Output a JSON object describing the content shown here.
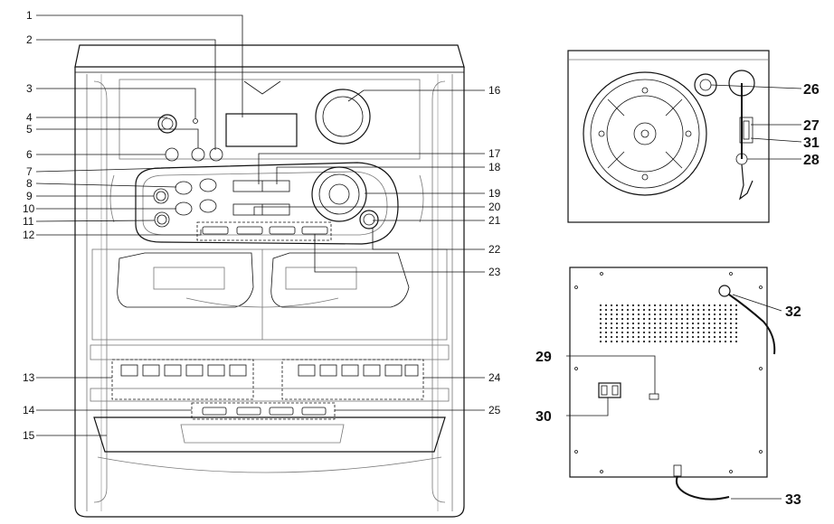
{
  "labels": {
    "n1": "1",
    "n2": "2",
    "n3": "3",
    "n4": "4",
    "n5": "5",
    "n6": "6",
    "n7": "7",
    "n8": "8",
    "n9": "9",
    "n10": "10",
    "n11": "11",
    "n12": "12",
    "n13": "13",
    "n14": "14",
    "n15": "15",
    "n16": "16",
    "n17": "17",
    "n18": "18",
    "n19": "19",
    "n20": "20",
    "n21": "21",
    "n22": "22",
    "n23": "23",
    "n24": "24",
    "n25": "25",
    "n26": "26",
    "n27": "27",
    "n28": "28",
    "n29": "29",
    "n30": "30",
    "n31": "31",
    "n32": "32",
    "n33": "33"
  }
}
